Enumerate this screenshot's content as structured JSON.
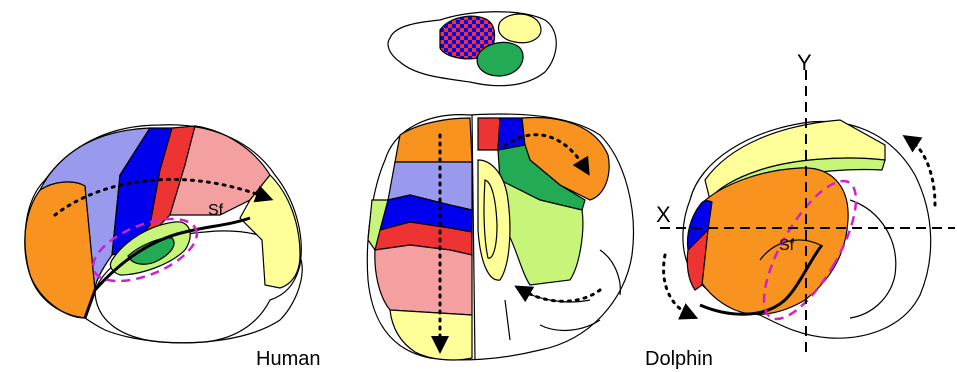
{
  "labels": {
    "human": "Human",
    "dolphin": "Dolphin",
    "sf_human": "Sf",
    "sf_dolphin": "Sf",
    "axis_x": "X",
    "axis_y": "Y"
  },
  "colors": {
    "orange": "#f7931e",
    "lavender": "#9999ee",
    "blue": "#0000ee",
    "red": "#ee3333",
    "pink": "#f4a0a0",
    "yellow": "#ffff99",
    "light_green": "#c6f57a",
    "green": "#22aa55",
    "magenta": "#cc22cc"
  }
}
